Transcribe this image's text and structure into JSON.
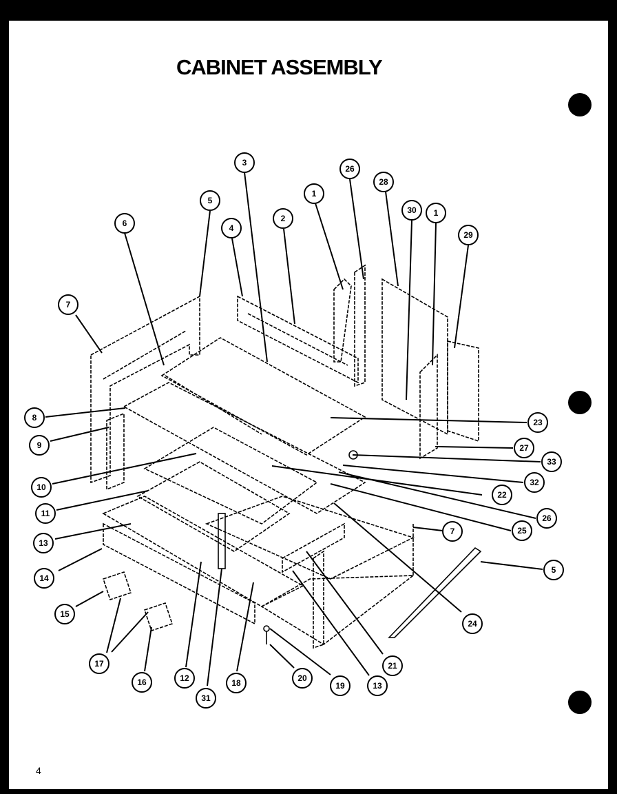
{
  "title": "CABINET ASSEMBLY",
  "page_number": "4",
  "callouts": [
    "3",
    "26",
    "28",
    "1",
    "5",
    "2",
    "30",
    "1",
    "6",
    "4",
    "29",
    "7",
    "8",
    "23",
    "9",
    "27",
    "33",
    "32",
    "22",
    "10",
    "11",
    "26",
    "25",
    "13",
    "7",
    "14",
    "5",
    "24",
    "15",
    "21",
    "17",
    "20",
    "19",
    "13",
    "12",
    "18",
    "16",
    "31"
  ]
}
